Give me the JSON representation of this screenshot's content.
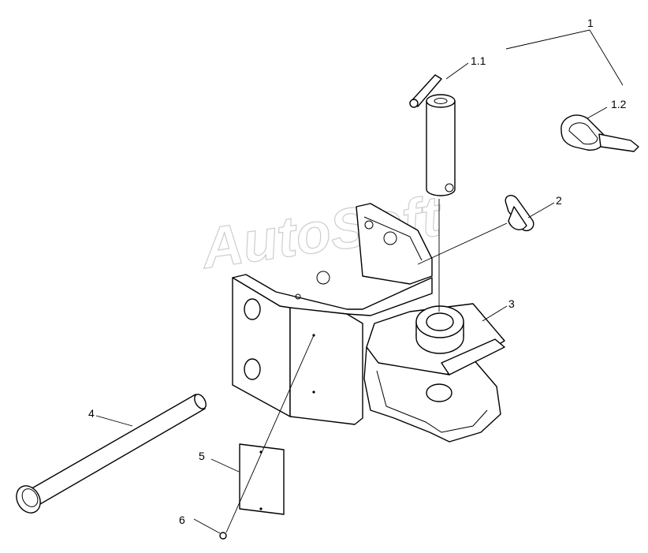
{
  "watermark": "AutoSoft",
  "callouts": {
    "c1": "1",
    "c1_1": "1.1",
    "c1_2": "1.2",
    "c2": "2",
    "c3": "3",
    "c4": "4",
    "c5": "5",
    "c6": "6"
  }
}
